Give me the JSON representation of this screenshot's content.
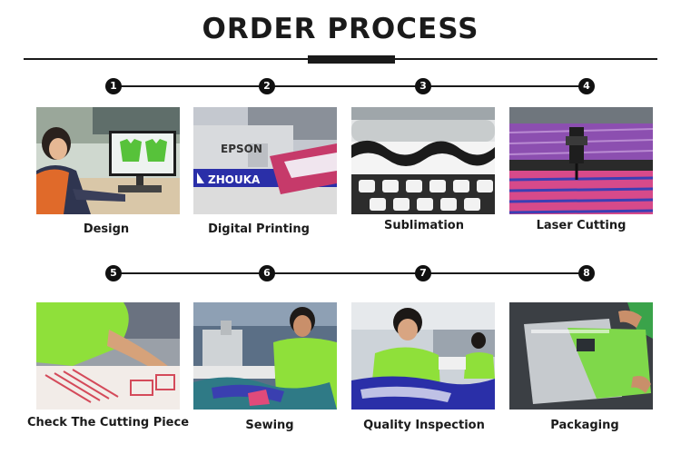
{
  "title": "ORDER PROCESS",
  "steps": [
    {
      "number": "1",
      "label": "Design"
    },
    {
      "number": "2",
      "label": "Digital Printing"
    },
    {
      "number": "3",
      "label": "Sublimation"
    },
    {
      "number": "4",
      "label": "Laser Cutting"
    },
    {
      "number": "5",
      "label": "Check The Cutting Piece"
    },
    {
      "number": "6",
      "label": "Sewing"
    },
    {
      "number": "7",
      "label": "Quality Inspection"
    },
    {
      "number": "8",
      "label": "Packaging"
    }
  ],
  "photo_text": {
    "printer_brand": "EPSON",
    "printer_banner": "ZHOUKA"
  },
  "colors": {
    "text": "#1a1a1a",
    "badge": "#111111",
    "accent_green": "#8fe03a",
    "accent_blue": "#2a2fa8"
  }
}
